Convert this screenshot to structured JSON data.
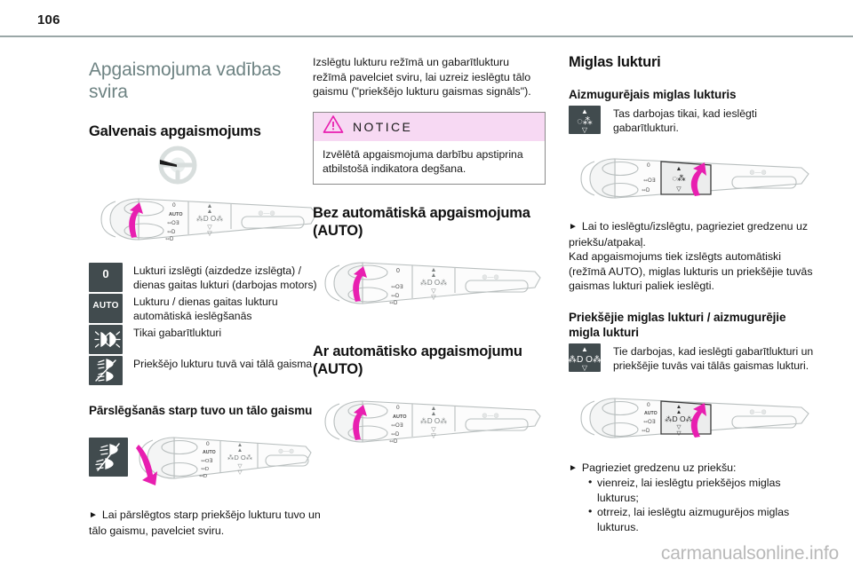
{
  "header": {
    "page_number": "106"
  },
  "watermark": "carmanualsonline.info",
  "column1": {
    "doc_title": "Apgaismojuma vadības svira",
    "section_title": "Galvenais apgaismojums",
    "legend_rows": [
      {
        "icon": "headlights-off-icon",
        "icon_label": "0",
        "text": "Lukturi izslēgti (aizdedze izslēgta) / dienas gaitas lukturi (darbojas motors)"
      },
      {
        "icon": "auto-lights-icon",
        "icon_label": "AUTO",
        "text": "Lukturu / dienas gaitas lukturu automātiskā ieslēgšanās"
      },
      {
        "icon": "sidelights-icon",
        "icon_label": "",
        "text": "Tikai gabarītlukturi"
      },
      {
        "icon": "dipped-main-beam-icon",
        "icon_label": "",
        "text": "Priekšējo lukturu tuvā vai tālā gaisma"
      }
    ],
    "subsection_title": "Pārslēgšanās starp tuvo un tālo gaismu",
    "subsection_icon": "beam-flash-icon",
    "subsection_arrow_text": "Lai pārslēgtos starp priekšējo lukturu tuvo un tālo gaismu, pavelciet sviru."
  },
  "column2": {
    "intro_text": "Izslēgtu lukturu režīmā un gabarītlukturu režīmā pavelciet sviru, lai uzreiz ieslēgtu tālo gaismu (\"priekšējo lukturu gaismas signāls\").",
    "notice": {
      "icon": "warning-triangle-icon",
      "label": "NOTICE",
      "text": "Izvēlētā apgaismojuma darbību apstiprina atbilstošā indikatora degšana."
    },
    "section_no_auto": "Bez automātiskā apgaismojuma (AUTO)",
    "section_with_auto": "Ar automātisko apgaismojumu (AUTO)"
  },
  "column3": {
    "section_title": "Miglas lukturi",
    "rear_fog": {
      "heading": "Aizmugurējais miglas lukturis",
      "icon": "rear-fog-lamp-icon",
      "text": "Tas darbojas tikai, kad ieslēgti gabarītlukturi.",
      "arrow_text": "Lai to ieslēgtu/izslēgtu, pagrieziet gredzenu uz priekšu/atpakaļ.",
      "note_text": "Kad apgaismojums tiek izslēgts automātiski (režīmā AUTO), miglas lukturis un priekšējie tuvās gaismas lukturi paliek ieslēgti."
    },
    "front_rear_fog": {
      "heading": "Priekšējie miglas lukturi / aizmugurējie migla lukturi",
      "icon": "front-rear-fog-lamp-icon",
      "text": "Tie darbojas, kad ieslēgti gabarītlukturi un priekšējie tuvās vai tālās gaismas lukturi.",
      "arrow_text": "Pagrieziet gredzenu uz priekšu:",
      "bullets": [
        "vienreiz, lai ieslēgtu priekšējos miglas lukturus;",
        "otrreiz, lai ieslēgtu aizmugurējos miglas lukturus."
      ]
    }
  },
  "colors": {
    "title_gray": "#6e8383",
    "notice_pink": "#f7d9f3",
    "accent_magenta": "#e81fb0",
    "icon_dark": "#414b4e",
    "rule_gray": "#9aa7a7",
    "watermark_gray": "#b9b9b9"
  }
}
